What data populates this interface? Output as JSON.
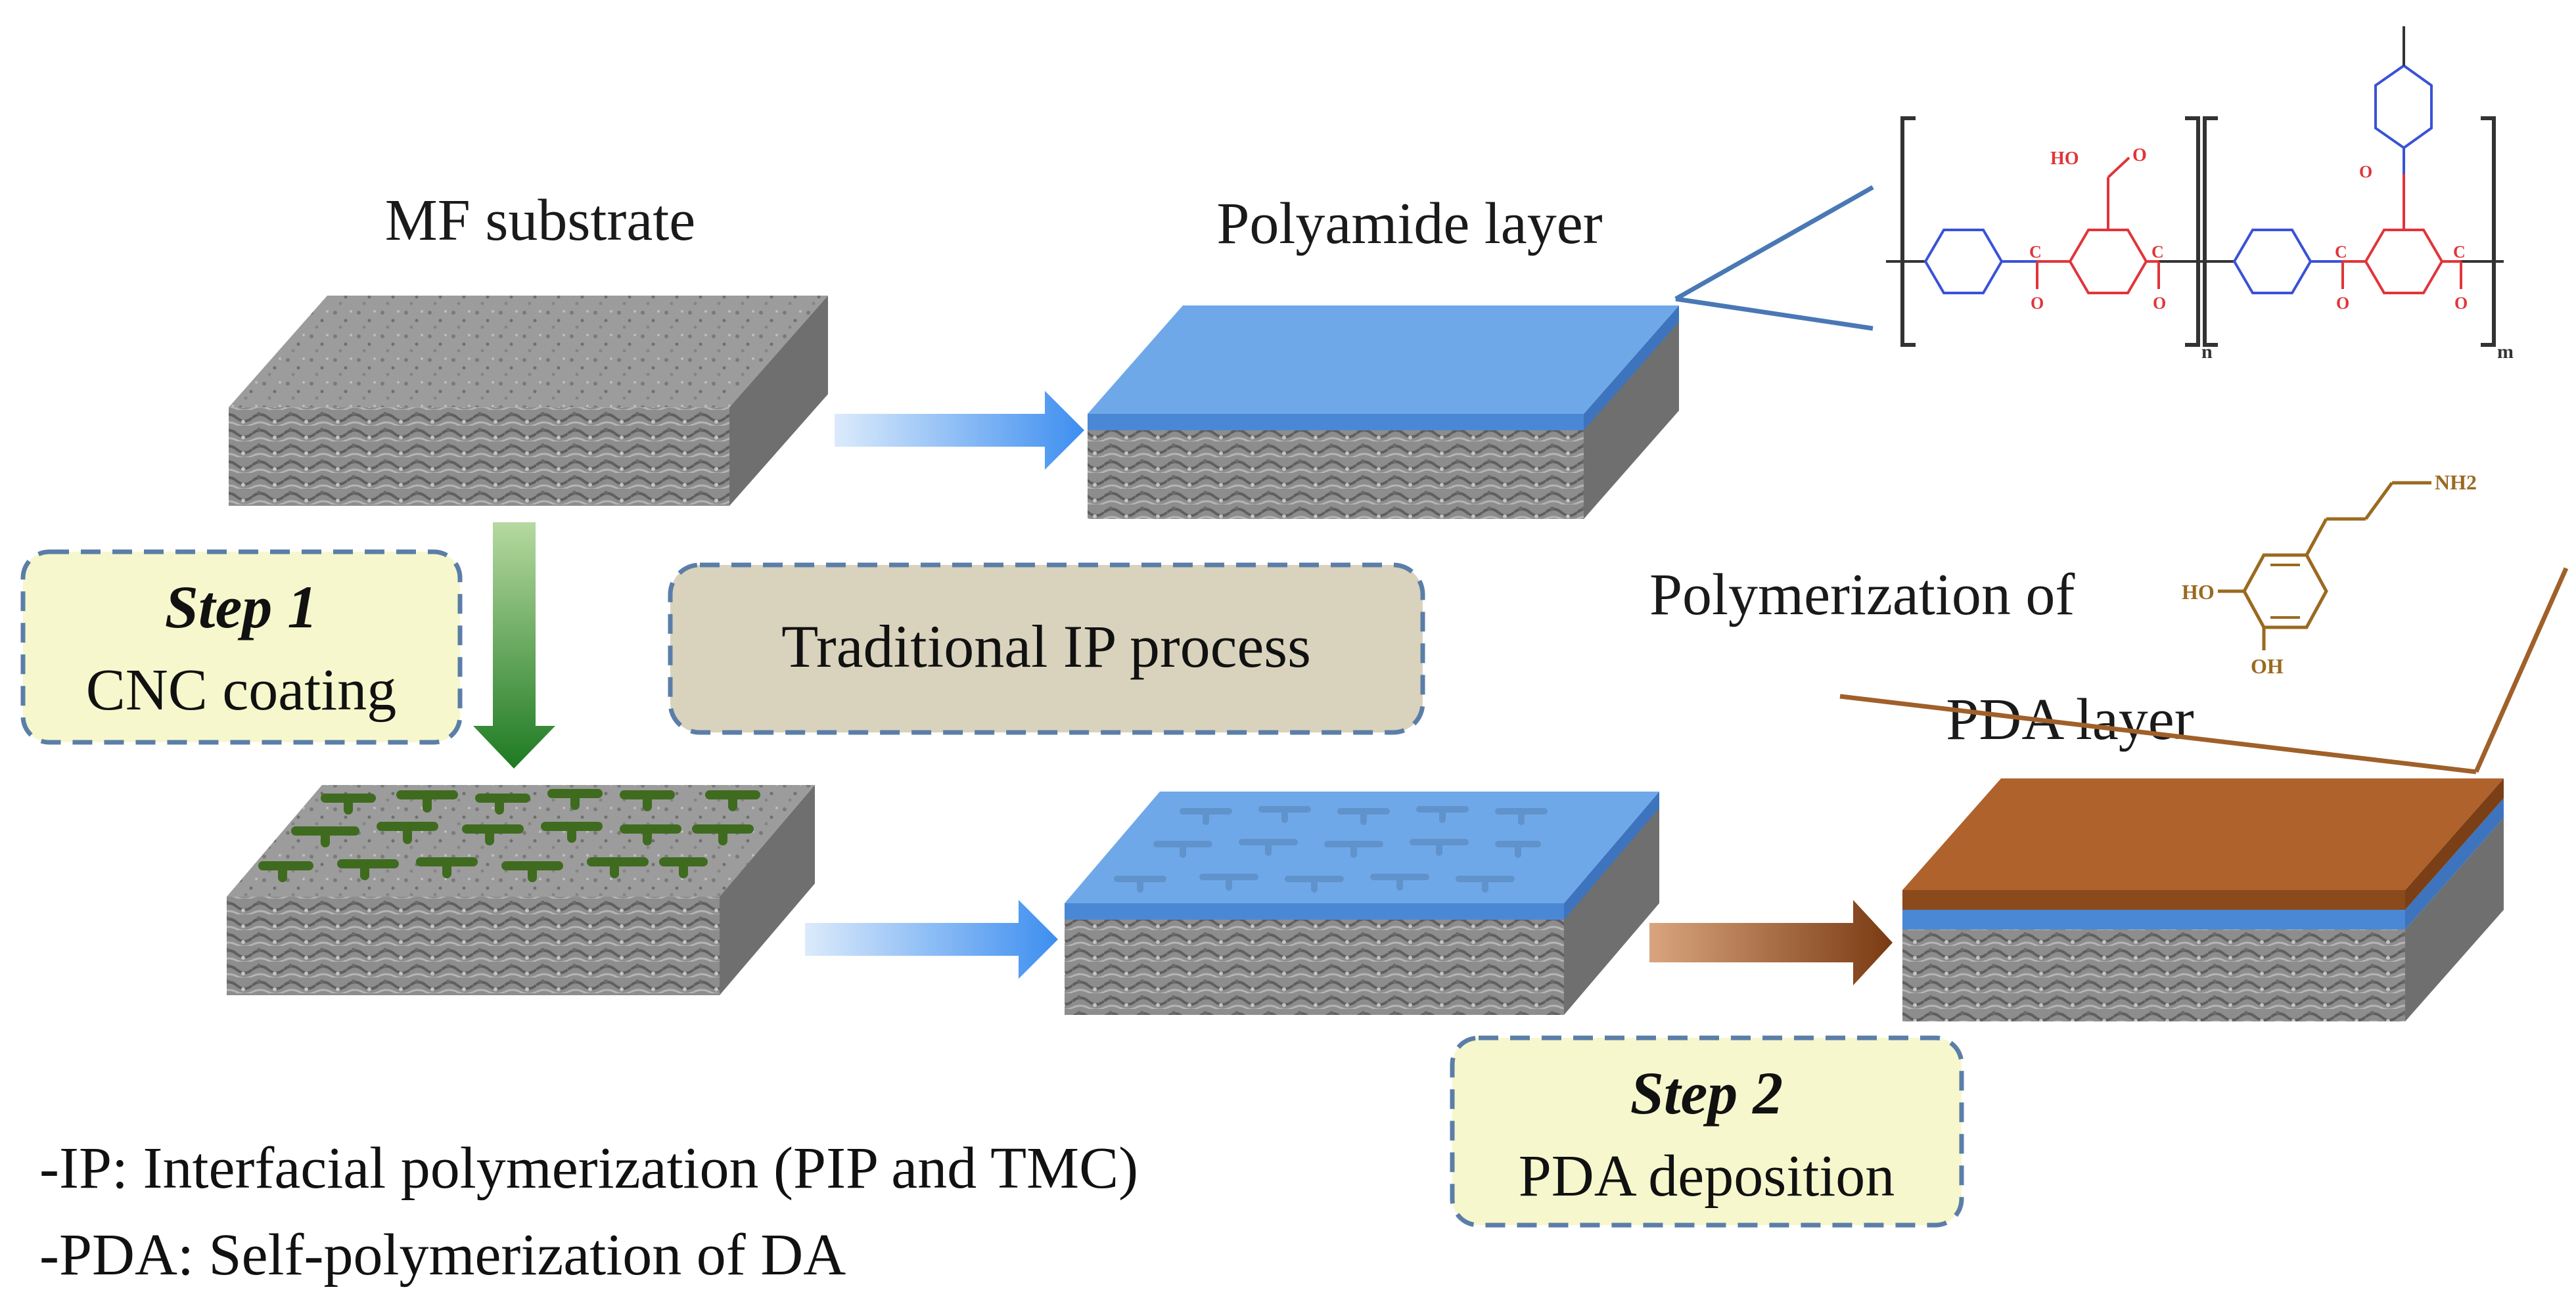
{
  "labels": {
    "mf_substrate": "MF substrate",
    "polyamide_layer": "Polyamide layer",
    "traditional_ip": "Traditional IP process",
    "polymerization_of": "Polymerization of",
    "pda_layer": "PDA layer"
  },
  "steps": [
    {
      "title": "Step 1",
      "subtitle": "CNC coating"
    },
    {
      "title": "Step 2",
      "subtitle": "PDA deposition"
    }
  ],
  "notes": [
    "-IP: Interfacial polymerization (PIP and TMC)",
    "-PDA:  Self-polymerization of DA"
  ],
  "chemistry": {
    "polyamide": {
      "acid_group": "HO",
      "acid_o": "O",
      "carbonyl_c": "C",
      "carbonyl_o": "O",
      "n_sub": "n",
      "m_sub": "m"
    },
    "dopamine": {
      "amine": "NH2",
      "hydroxyl_top": "HO",
      "hydroxyl_bottom": "OH"
    }
  },
  "colors": {
    "substrate": "#8e8e8e",
    "polyamide": "#6fa8e8",
    "pda": "#b0622c",
    "cnc": "#3f6b1f",
    "step_box_fill": "#f6f7cc",
    "ip_box_fill": "#d9d3bd",
    "box_border": "#5b7ea8",
    "chem_red": "#e0353a",
    "chem_blue": "#3a52d6",
    "dopamine": "#9a6a20"
  }
}
